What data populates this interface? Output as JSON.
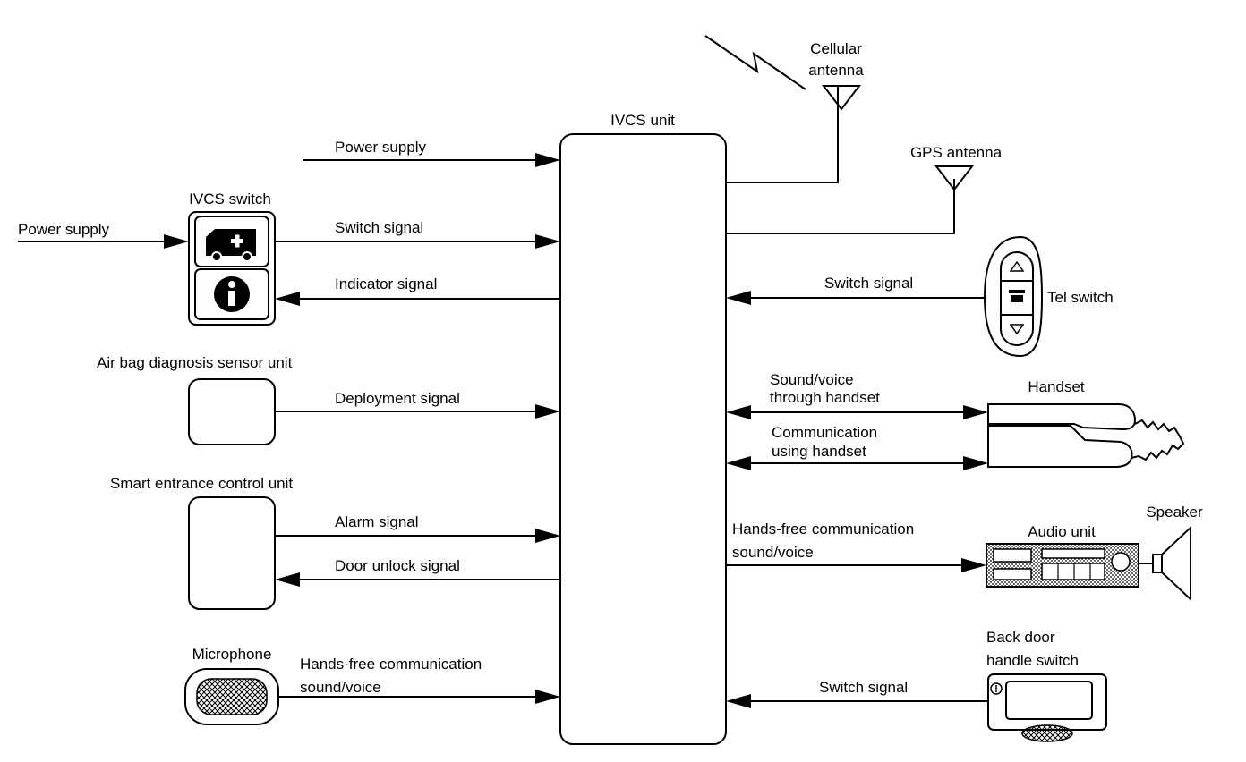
{
  "labels": {
    "ivcs_unit": "IVCS unit",
    "cellular_antenna_1": "Cellular",
    "cellular_antenna_2": "antenna",
    "gps_antenna": "GPS antenna",
    "power_supply_top": "Power supply",
    "ivcs_switch": "IVCS switch",
    "power_supply_left": "Power supply",
    "switch_signal_left": "Switch signal",
    "indicator_signal": "Indicator signal",
    "airbag_unit": "Air bag diagnosis sensor unit",
    "deployment_signal": "Deployment signal",
    "smart_entrance": "Smart entrance control unit",
    "alarm_signal": "Alarm signal",
    "door_unlock_signal": "Door unlock signal",
    "microphone": "Microphone",
    "mic_signal_1": "Hands-free communication",
    "mic_signal_2": "sound/voice",
    "switch_signal_tel": "Switch signal",
    "tel_switch": "Tel switch",
    "sound_voice_1": "Sound/voice",
    "sound_voice_2": "through handset",
    "handset": "Handset",
    "comm_handset_1": "Communication",
    "comm_handset_2": "using handset",
    "hf_comm_1": "Hands-free communication",
    "hf_comm_2": "sound/voice",
    "audio_unit": "Audio unit",
    "speaker": "Speaker",
    "back_door_1": "Back door",
    "back_door_2": "handle switch",
    "switch_signal_back": "Switch signal"
  }
}
